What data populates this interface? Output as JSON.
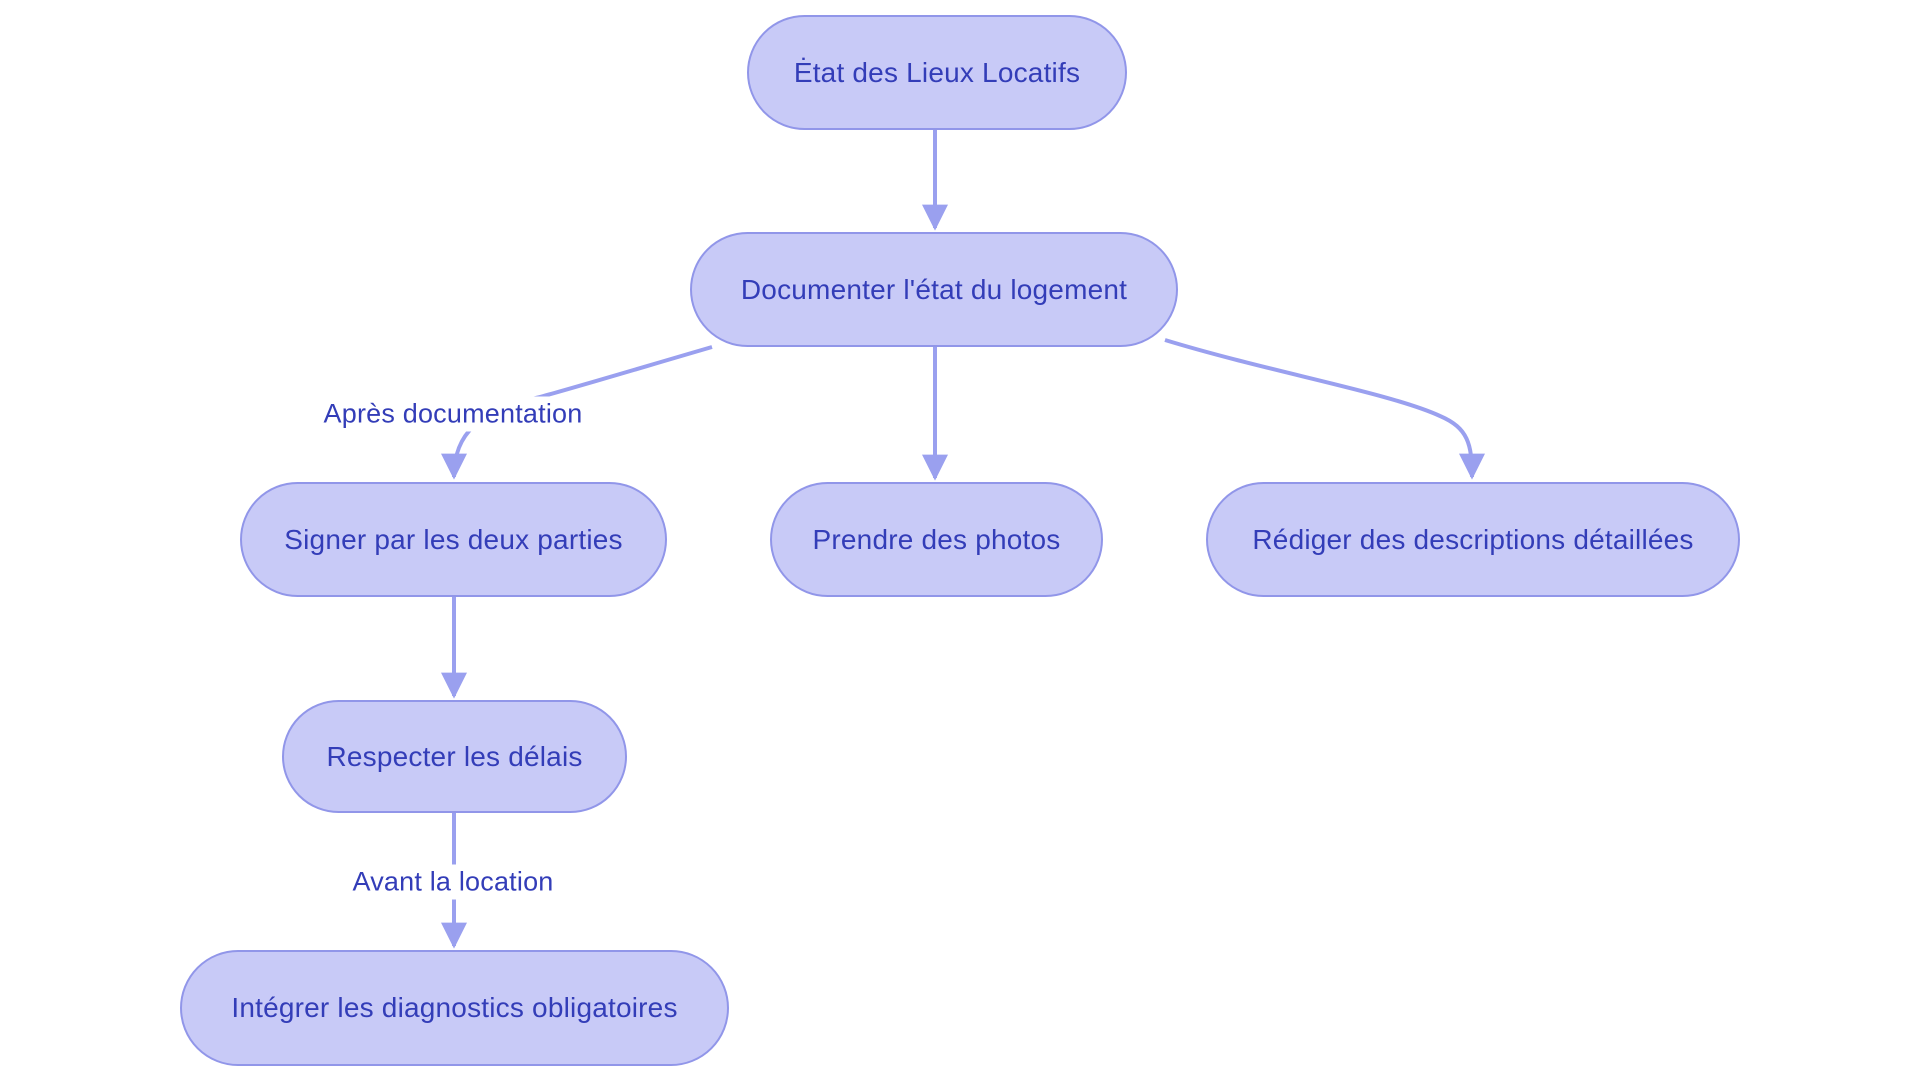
{
  "diagram": {
    "type": "flowchart",
    "colors": {
      "node_fill": "#c8caf7",
      "node_border": "#9196e9",
      "node_text": "#333db8",
      "edge_color": "#9aa0ef",
      "label_text": "#333db8",
      "background": "#ffffff"
    },
    "nodes": [
      {
        "id": "root",
        "label": "Ėtat des Lieux Locatifs"
      },
      {
        "id": "documenter",
        "label": "Documenter l'état du logement"
      },
      {
        "id": "signer",
        "label": "Signer par les deux parties"
      },
      {
        "id": "photos",
        "label": "Prendre des photos"
      },
      {
        "id": "rediger",
        "label": "Rédiger des descriptions détaillées"
      },
      {
        "id": "delais",
        "label": "Respecter les délais"
      },
      {
        "id": "diagnostics",
        "label": "Intégrer les diagnostics obligatoires"
      }
    ],
    "edges": [
      {
        "from": "root",
        "to": "documenter",
        "label": ""
      },
      {
        "from": "documenter",
        "to": "signer",
        "label": "Après documentation"
      },
      {
        "from": "documenter",
        "to": "photos",
        "label": ""
      },
      {
        "from": "documenter",
        "to": "rediger",
        "label": ""
      },
      {
        "from": "signer",
        "to": "delais",
        "label": ""
      },
      {
        "from": "delais",
        "to": "diagnostics",
        "label": "Avant la location"
      }
    ]
  }
}
